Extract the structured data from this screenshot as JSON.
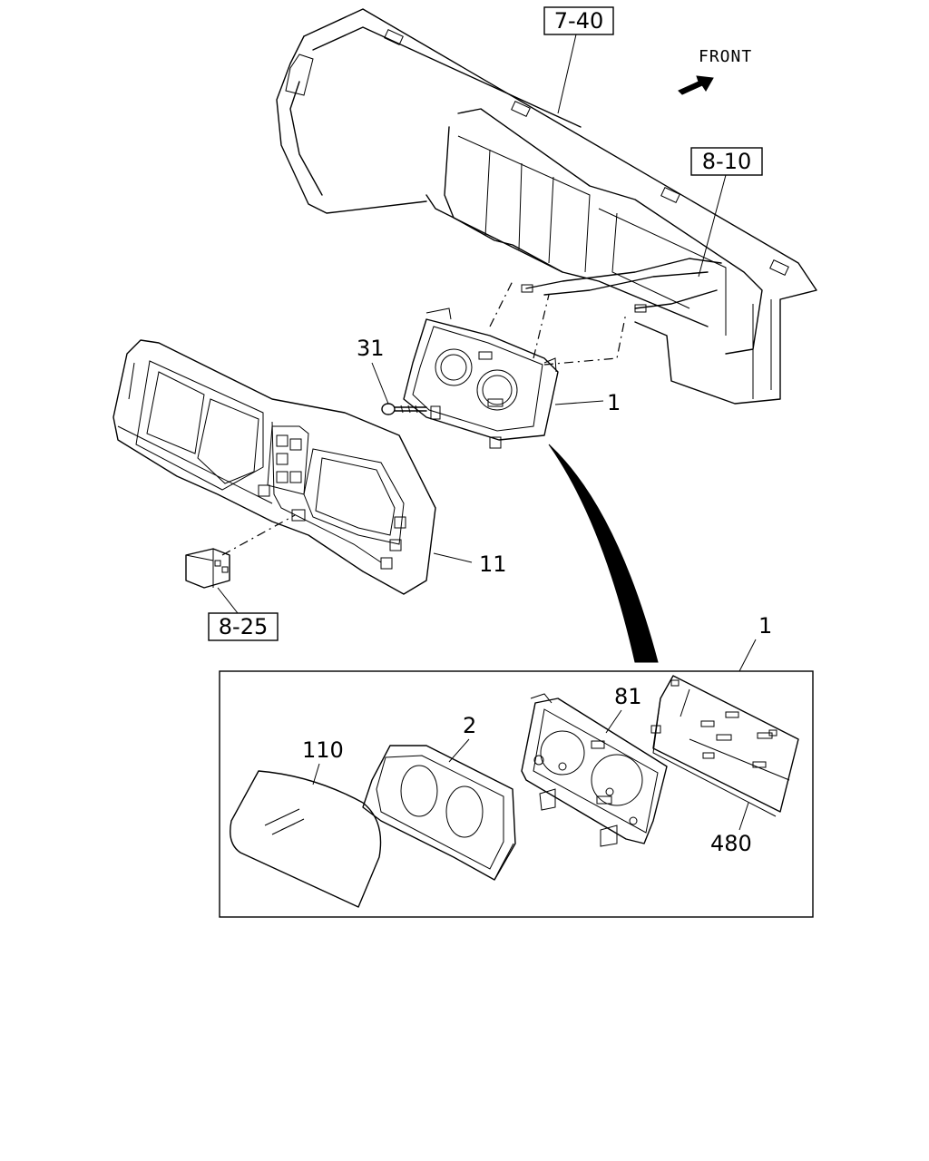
{
  "refs": {
    "dash_panel": "7-40",
    "harness": "8-10",
    "switch": "8-25"
  },
  "direction_label": "FRONT",
  "callouts": {
    "meter_assembly": "1",
    "screw": "31",
    "cluster_bezel": "11",
    "detail_assembly": "1",
    "glass_lens": "110",
    "inner_bezel": "2",
    "dial_face": "81",
    "circuit_board": "480"
  }
}
